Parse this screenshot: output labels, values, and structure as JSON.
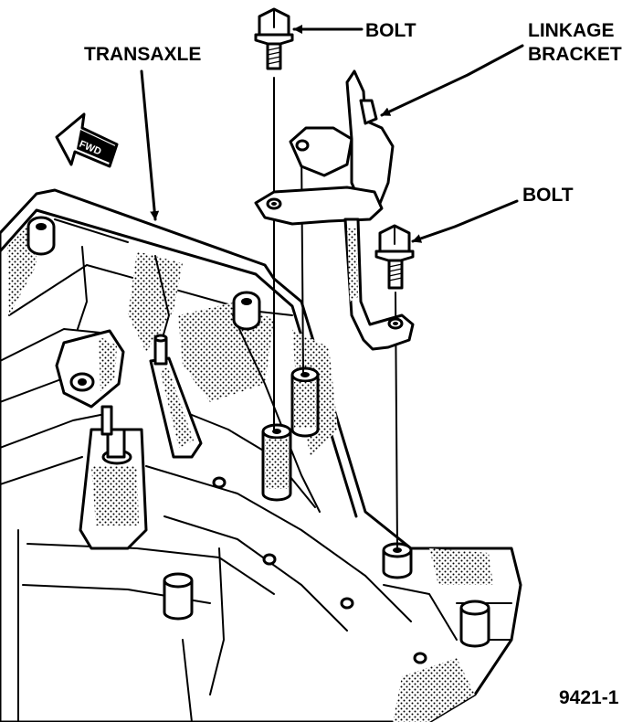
{
  "labels": {
    "bolt_top": "BOLT",
    "linkage_bracket_line1": "LINKAGE",
    "linkage_bracket_line2": "BRACKET",
    "transaxle": "TRANSAXLE",
    "bolt_right": "BOLT",
    "fwd_arrow": "FWD",
    "figure_number": "9421-1"
  },
  "icons": [
    "forward-arrow-icon"
  ]
}
